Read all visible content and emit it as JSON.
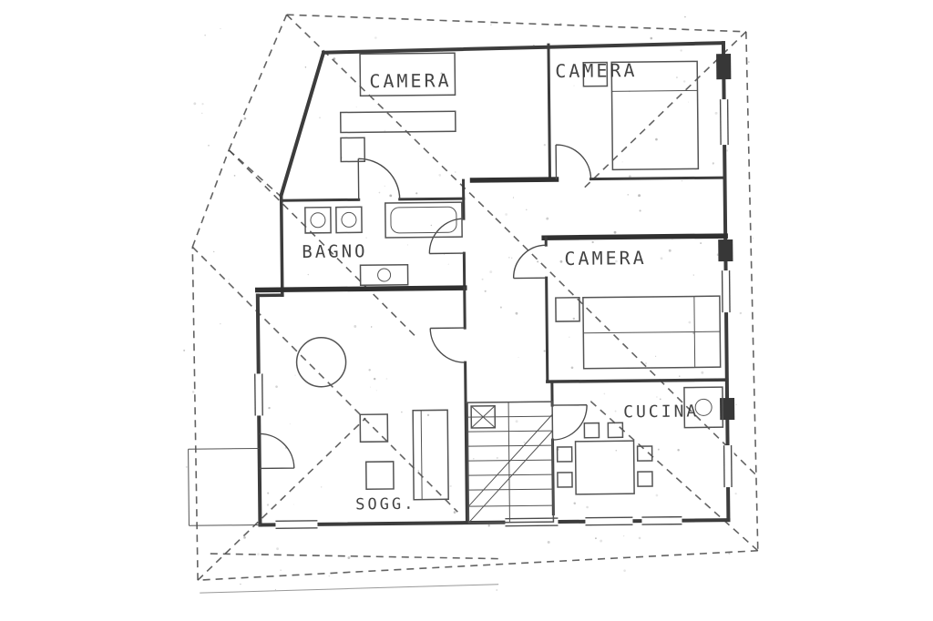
{
  "plan": {
    "type": "floor-plan",
    "labels": {
      "bedroom1": "CAMERA",
      "bedroom2": "CAMERA",
      "bedroom3": "CAMERA",
      "bathroom": "BAGNO",
      "kitchen": "CUCINA",
      "living_room": "SOGG."
    },
    "ink_color": "#2e2e2e",
    "paper_color": "#ffffff"
  }
}
